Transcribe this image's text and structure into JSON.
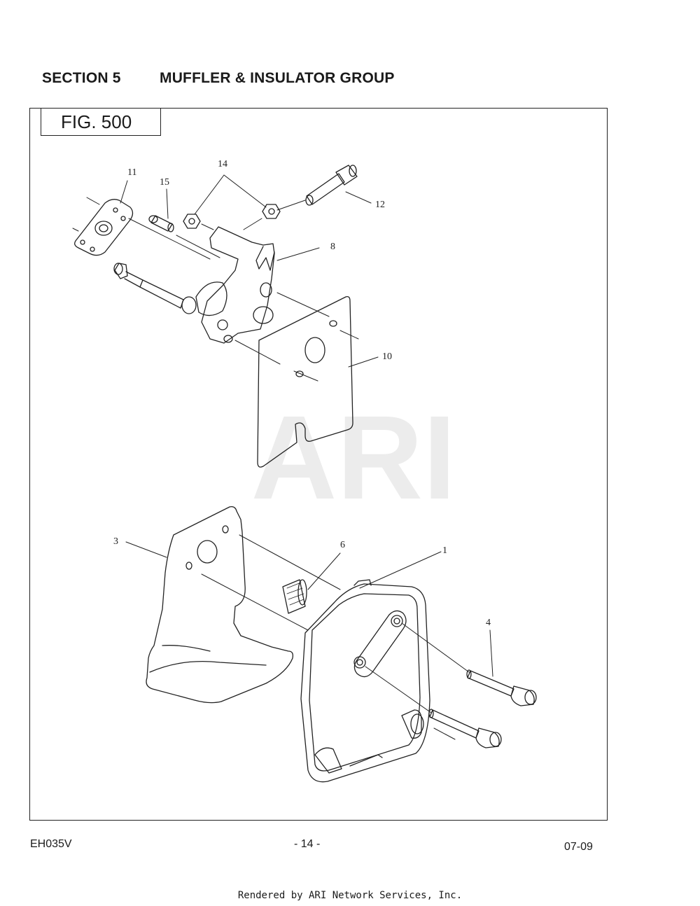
{
  "header": {
    "section": "SECTION 5",
    "title": "MUFFLER & INSULATOR GROUP"
  },
  "figure": {
    "label": "FIG. 500",
    "watermark": "ARI",
    "callouts": [
      "11",
      "15",
      "14",
      "12",
      "8",
      "10",
      "3",
      "6",
      "1",
      "4"
    ]
  },
  "footer": {
    "model": "EH035V",
    "page": "- 14 -",
    "date": "07-09"
  },
  "rendered_by": "Rendered by ARI Network Services, Inc."
}
